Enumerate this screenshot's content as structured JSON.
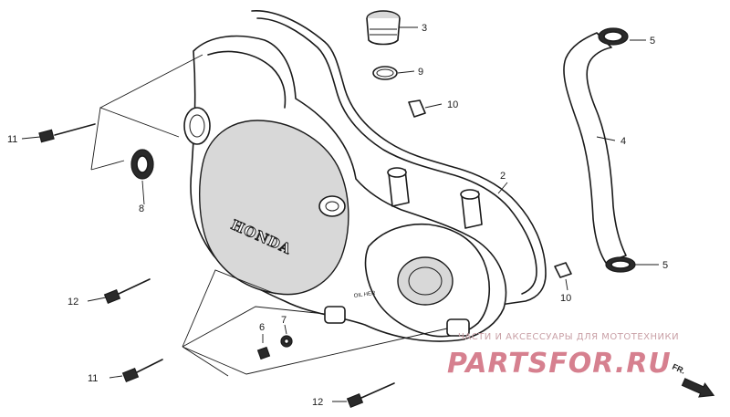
{
  "diagram": {
    "callouts": [
      "3",
      "5",
      "9",
      "10",
      "4",
      "2",
      "11",
      "8",
      "5",
      "12",
      "10",
      "6",
      "7",
      "11",
      "12"
    ],
    "cover_brand": "HONDA",
    "cover_oil_mark": "OIL HER",
    "direction_label": "FR."
  },
  "watermark": {
    "tagline": "ЧАСТИ И АКСЕССУАРЫ ДЛЯ МОТОТЕХНИКИ",
    "brand": "PARTSFOR.RU"
  }
}
